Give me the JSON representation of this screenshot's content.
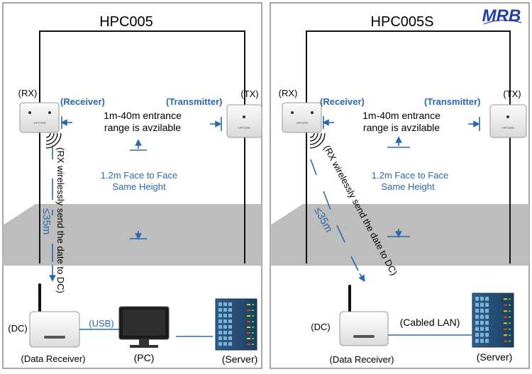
{
  "logo": {
    "text": "MRB"
  },
  "colors": {
    "accent": "#2a6aa8",
    "floor": "#bdbdbd",
    "frame": "#8a8a8a"
  },
  "left": {
    "title": "HPC005",
    "rx_label": "(RX)",
    "tx_label": "(TX)",
    "receiver_label": "(Receiver)",
    "transmitter_label": "(Transmitter)",
    "device_text": "HPC005",
    "range_line1": "1m-40m entrance",
    "range_line2": "range is avzilable",
    "face_line1": "1.2m Face to Face",
    "face_line2": "Same Height",
    "wireless_text": "(RX wirelessly send the date to DC)",
    "distance": "≤35m",
    "dc_label": "(DC)",
    "data_receiver_label": "(Data Receiver)",
    "usb_label": "(USB)",
    "pc_label": "(PC)",
    "server_label": "(Server)"
  },
  "right": {
    "title": "HPC005S",
    "rx_label": "(RX)",
    "tx_label": "(TX)",
    "receiver_label": "(Receiver)",
    "transmitter_label": "(Transmitter)",
    "device_text": "HPC005",
    "range_line1": "1m-40m entrance",
    "range_line2": "range is avzilable",
    "face_line1": "1.2m Face to Face",
    "face_line2": "Same Height",
    "wireless_text": "(RX wirelessly send the date to DC)",
    "distance": "≤35m",
    "dc_label": "(DC)",
    "data_receiver_label": "(Data Receiver)",
    "lan_label": "(Cabled LAN)",
    "server_label": "(Server)"
  }
}
